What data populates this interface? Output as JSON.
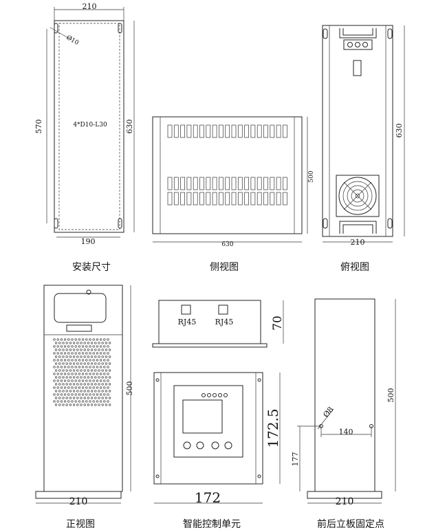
{
  "views": {
    "install": {
      "caption": "安装尺寸",
      "dim_top": "210",
      "dim_bottom": "190",
      "dim_left": "570",
      "dim_right": "630",
      "hole_label": "4*D10-L30",
      "hole_dia": "Ø10"
    },
    "side": {
      "caption": "侧视图",
      "dim_bottom": "630",
      "dim_right": "500"
    },
    "top": {
      "caption": "俯视图",
      "dim_right": "630",
      "dim_bottom": "210"
    },
    "front": {
      "caption": "正视图",
      "dim_right": "500",
      "dim_bottom": "210"
    },
    "control": {
      "caption": "智能控制单元",
      "port1": "RJ45",
      "port2": "RJ45",
      "dim_height_top": "70",
      "dim_height": "172.5",
      "dim_width": "172"
    },
    "mount": {
      "caption": "前后立板固定点",
      "dim_right": "500",
      "dim_hole_spacing": "140",
      "dim_hole_height": "177",
      "dim_bottom": "210",
      "hole_dia": "Ø8"
    }
  }
}
